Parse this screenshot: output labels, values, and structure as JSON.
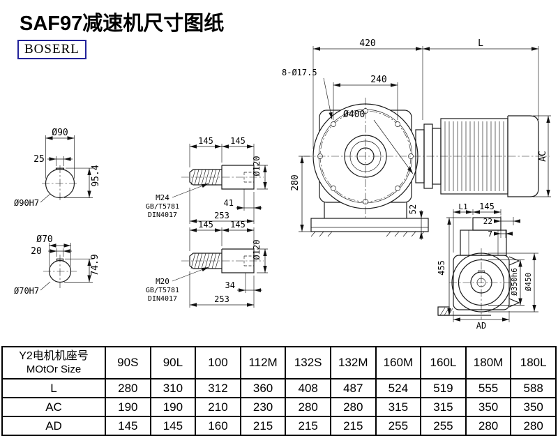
{
  "page": {
    "title": "SAF97减速机尺寸图纸",
    "logo": "BOSERL"
  },
  "drawing": {
    "end_view_top": {
      "dia": "Ø90",
      "key_width": "25",
      "total_height": "95.4",
      "fit": "Ø90H7"
    },
    "end_view_bottom": {
      "dia": "Ø70",
      "key_width": "20",
      "total_height": "74.9",
      "fit": "Ø70H7"
    },
    "shaft_top": {
      "seg1": "145",
      "seg2": "145",
      "dia": "Ø120",
      "thread": "M24",
      "std1": "GB/T5781",
      "std2": "DIN4017",
      "thread_len": "41",
      "total_len": "253"
    },
    "shaft_bottom": {
      "seg1": "145",
      "seg2": "145",
      "dia": "Ø120",
      "thread": "M20",
      "std1": "GB/T5781",
      "std2": "DIN4017",
      "thread_len": "34",
      "total_len": "253"
    },
    "front": {
      "width": "420",
      "motor_len": "L",
      "holes": "8-Ø17.5",
      "hole_pitch": "240",
      "flange_dia": "Ø400",
      "center_height": "280",
      "base_height": "52",
      "motor_dia": "AC"
    },
    "side": {
      "l1": "L1",
      "w145": "145",
      "d22": "22",
      "d7": "7",
      "height": "455",
      "spigot_dia": "Ø350h6",
      "flange_dia": "Ø450",
      "motor_width": "AD"
    }
  },
  "table": {
    "row_header_line1": "Y2电机机座号",
    "row_header_line2": "MOtOr Size",
    "columns": [
      "90S",
      "90L",
      "100",
      "112M",
      "132S",
      "132M",
      "160M",
      "160L",
      "180M",
      "180L"
    ],
    "rows": [
      {
        "label": "L",
        "values": [
          "280",
          "310",
          "312",
          "360",
          "408",
          "487",
          "524",
          "519",
          "555",
          "588"
        ]
      },
      {
        "label": "AC",
        "values": [
          "190",
          "190",
          "210",
          "230",
          "280",
          "280",
          "315",
          "315",
          "350",
          "350"
        ]
      },
      {
        "label": "AD",
        "values": [
          "145",
          "145",
          "160",
          "215",
          "215",
          "215",
          "255",
          "255",
          "280",
          "280"
        ]
      }
    ]
  }
}
